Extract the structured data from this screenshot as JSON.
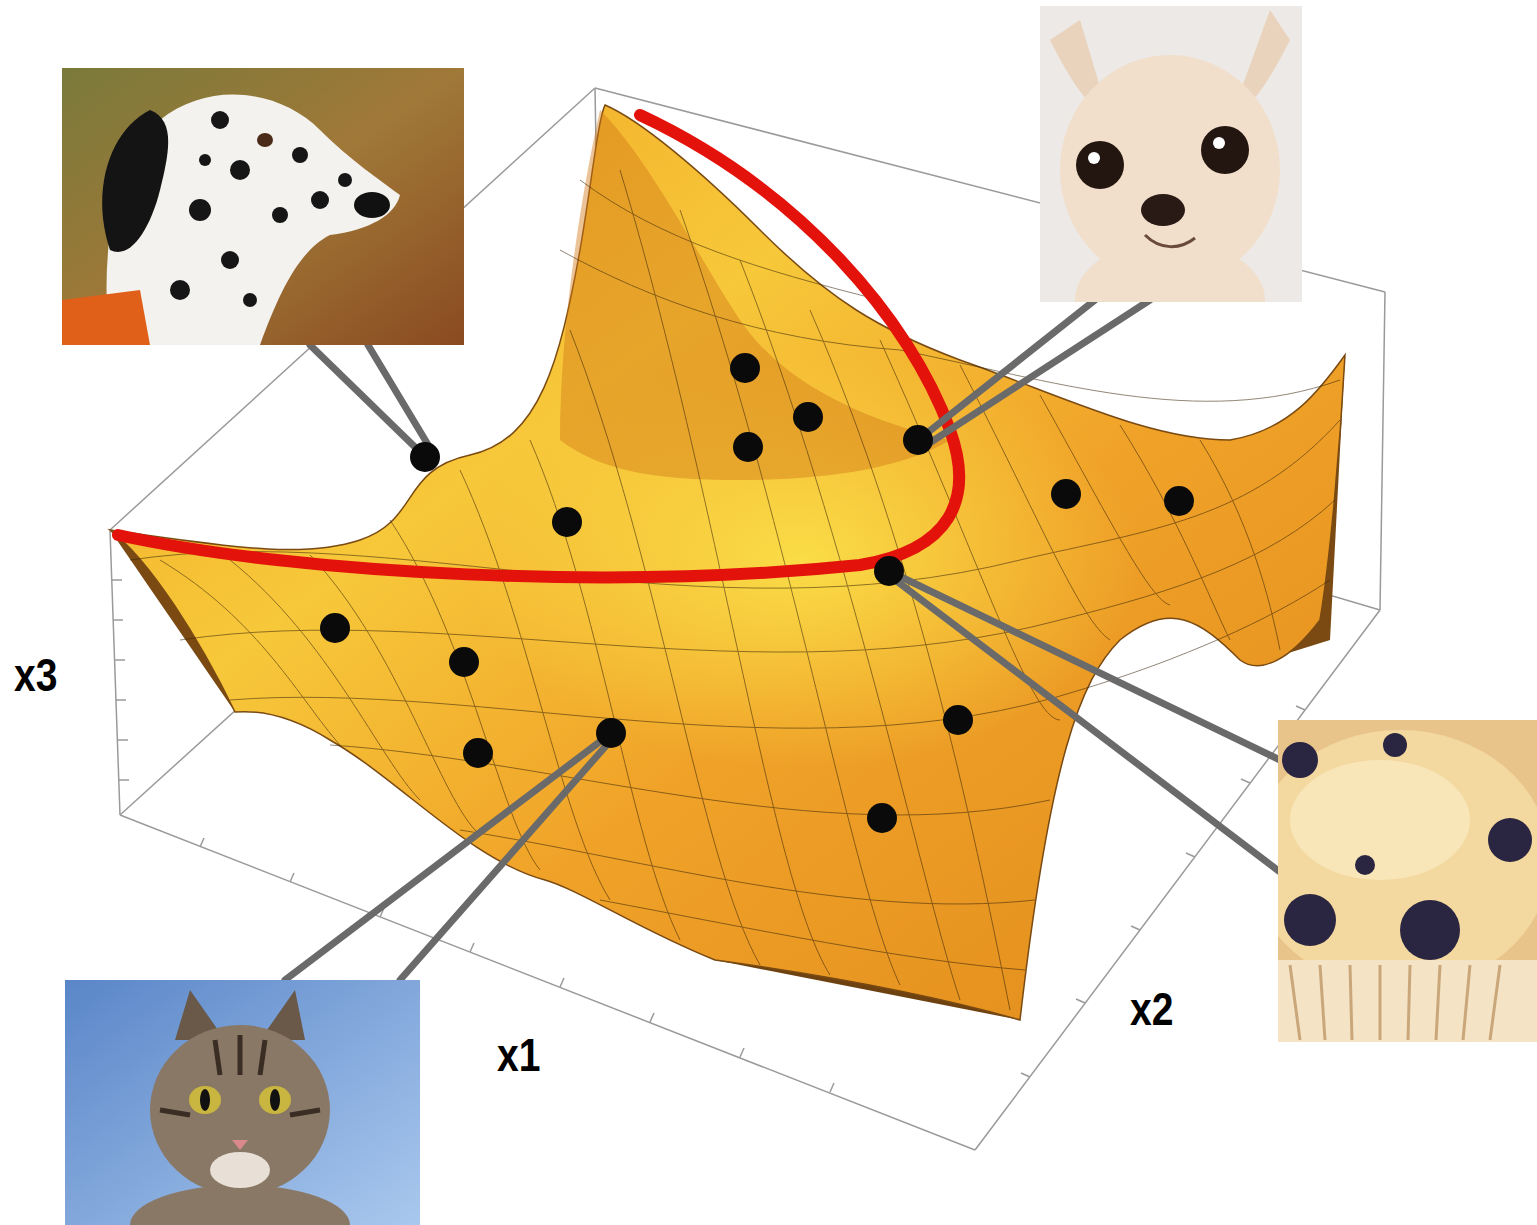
{
  "diagram": {
    "labels": [
      "x3",
      "x1",
      "x2"
    ]
  }
}
